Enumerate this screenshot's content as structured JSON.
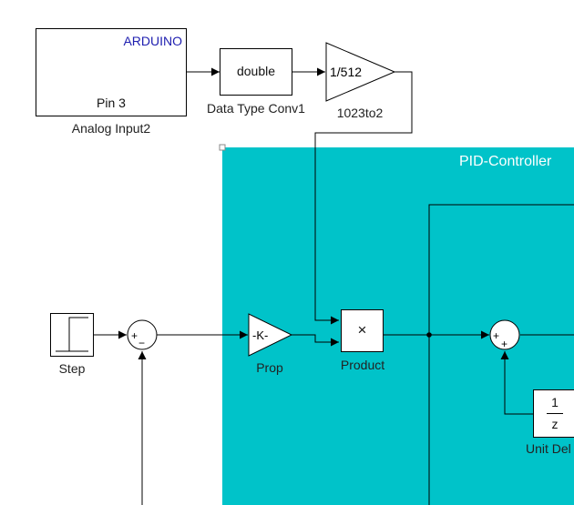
{
  "arduino_block": {
    "brand": "ARDUINO",
    "pin": "Pin 3",
    "name": "Analog Input2"
  },
  "convert_block": {
    "text": "double",
    "name": "Data Type Conv1"
  },
  "gain_1023": {
    "text": "1/512",
    "name": "1023to2"
  },
  "subsystem": {
    "title": "PID-Controller"
  },
  "step_block": {
    "name": "Step"
  },
  "sum1": {
    "plus": "+",
    "minus": "−"
  },
  "prop_gain": {
    "text": "-K-",
    "name": "Prop"
  },
  "product_block": {
    "symbol": "×",
    "name": "Product"
  },
  "sum2": {
    "plus_left": "+",
    "plus_bottom": "+"
  },
  "unit_delay": {
    "numerator": "1",
    "denominator": "z",
    "name": "Unit Del"
  },
  "colors": {
    "subsystem_fill": "#00c3c9",
    "brand_text": "#2020b0",
    "line": "#000000"
  }
}
